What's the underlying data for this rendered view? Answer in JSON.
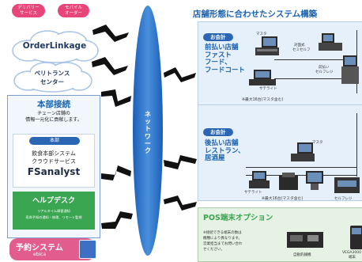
{
  "pills": [
    {
      "line1": "デリバリー",
      "line2": "サービス"
    },
    {
      "line1": "モバイル",
      "line2": "オーダー"
    }
  ],
  "clouds": {
    "orderlinkage": "OrderLinkage",
    "verity_line1": "ベリトランス",
    "verity_line2": "センター"
  },
  "hq": {
    "title": "本部接続",
    "desc_line1": "チェーン店舗の",
    "desc_line2": "情報一元化に貢献します。",
    "badge": "本部",
    "line1": "飲食本部システム",
    "line2": "クラウドサービス",
    "product": "FSanalyst",
    "help_title": "ヘルプデスク",
    "help_line1": "リアルタイム障害通知",
    "help_line2": "寿命予知の通知・修理、リモート監視"
  },
  "reservation": {
    "title": "予約システム",
    "sub": "ebica"
  },
  "network_label": [
    "ネ",
    "ッ",
    "ト",
    "ワ",
    "ー",
    "ク"
  ],
  "main": {
    "title": "店舗形態に合わせたシステム構築",
    "section1": {
      "badge": "お会計",
      "title_line1": "前払い店舗",
      "title_line2": "ファスト",
      "title_line3": "フード、",
      "title_line4": "フードコート",
      "master": "マスタ",
      "self1": "対面式",
      "self2": "セミセルフ",
      "register1": "前払い",
      "register2": "セルフレジ",
      "satellite": "サテライト",
      "note": "※最大16台(マスタ含む)"
    },
    "section2": {
      "badge": "お会計",
      "title_line1": "後払い店舗",
      "title_line2": "レストラン、",
      "title_line3": "居酒屋",
      "master": "マスタ",
      "satellite": "サテライト",
      "note": "※最大16台(マスタ含む)",
      "register": "セルフレジ"
    }
  },
  "pos": {
    "title": "POS端末オプション",
    "note1": "※接続できる端末の数は",
    "note2": "機種により異なります。",
    "note3": "営業担当までお問い合わ",
    "note4": "せください。",
    "device1": "自動釣銭機",
    "device2": "VEGA3000",
    "device3": "端末"
  },
  "colors": {
    "brand_blue": "#1b63b0",
    "pink": "#e8457a",
    "green": "#3aa651",
    "panel_bg": "#e6f0fb"
  }
}
